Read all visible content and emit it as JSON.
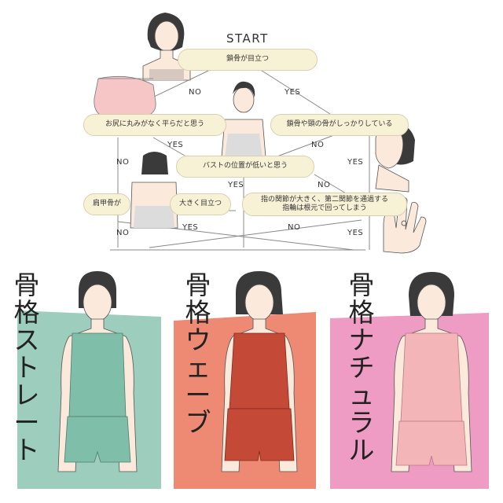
{
  "flowchart": {
    "start": "START",
    "nodes": {
      "collarbone": "鎖骨が目立つ",
      "hip": "お尻に丸みがなく平らだと思う",
      "neck_bone": "鎖骨や頸の骨がしっかりしている",
      "bust": "バストの位置が低いと思う",
      "shoulder_blade_a": "肩甲骨が",
      "shoulder_blade_b": "大きく目立つ",
      "finger_line1": "指の関節が大きく、第二関節を通過する",
      "finger_line2": "指輪は根元で回ってしまう"
    },
    "labels": {
      "no": "NO",
      "yes": "YES"
    }
  },
  "types": [
    {
      "name": "骨格ストレート",
      "chars": [
        "骨",
        "格",
        "ス",
        "ト",
        "レ",
        "ー",
        "ト"
      ],
      "color": "#9ccdbd",
      "garment": "#7fbea8"
    },
    {
      "name": "骨格ウェーブ",
      "chars": [
        "骨",
        "格",
        "ウ",
        "ェ",
        "ー",
        "ブ"
      ],
      "color": "#ee8a74",
      "garment": "#c44936"
    },
    {
      "name": "骨格ナチュラル",
      "chars": [
        "骨",
        "格",
        "ナ",
        "チ",
        "ュ",
        "ラ",
        "ル"
      ],
      "color": "#ee9cc4",
      "garment": "#f4b5b9"
    }
  ]
}
